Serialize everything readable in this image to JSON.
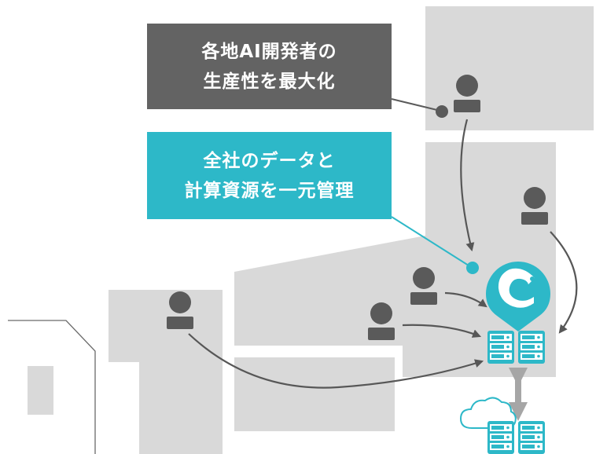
{
  "callouts": {
    "productivity": {
      "line1": "各地AI開発者の",
      "line2": "生産性を最大化"
    },
    "centralize": {
      "line1": "全社のデータと",
      "line2": "計算資源を一元管理"
    }
  },
  "colors": {
    "building": "#d9d9d9",
    "dark_callout": "#636363",
    "teal": "#2db8c8",
    "person": "#5a5a5a",
    "arrow": "#575757",
    "cloud_outline": "#2db8c8"
  },
  "icons": {
    "user": "user-icon",
    "location_pin": "map-pin-icon",
    "server": "server-rack-icon",
    "cloud": "cloud-icon"
  }
}
